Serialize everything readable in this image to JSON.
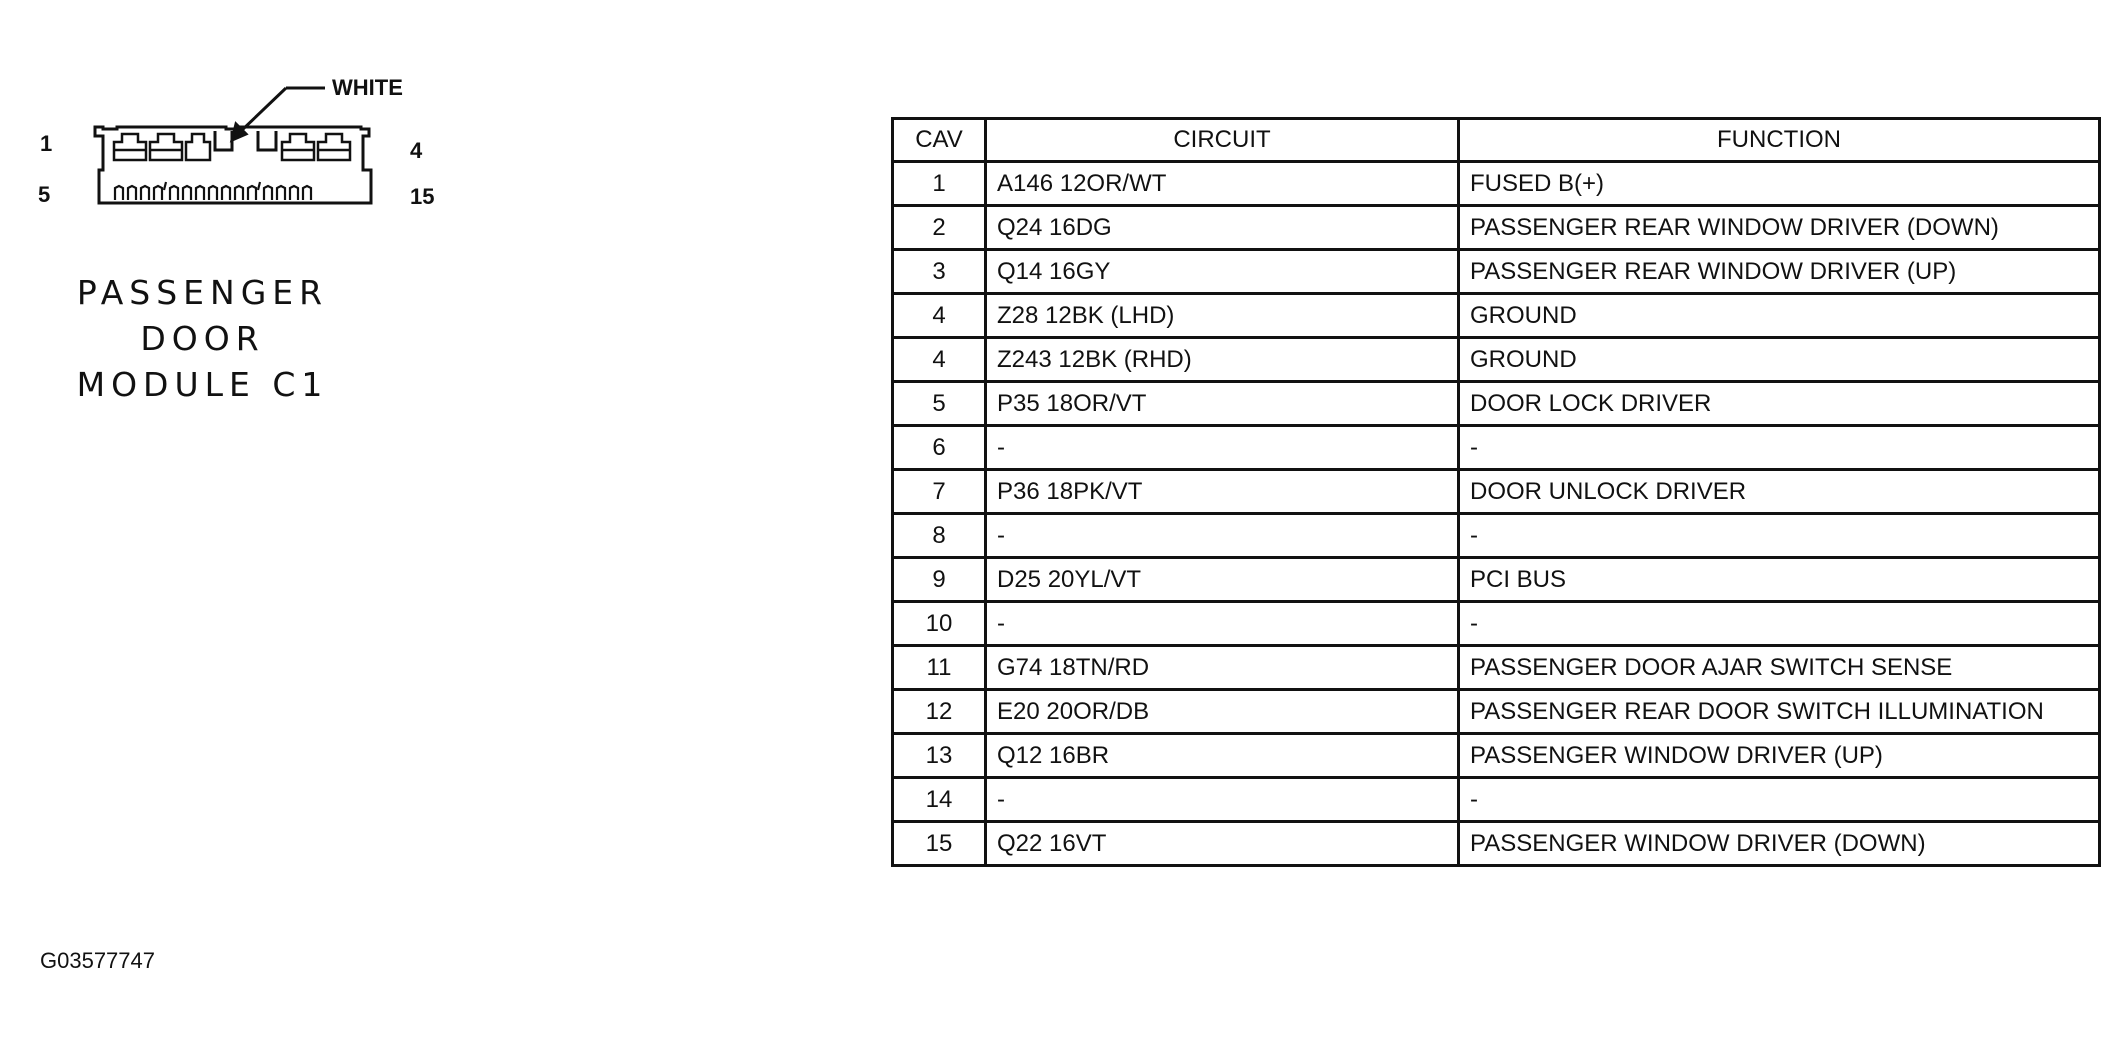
{
  "connector": {
    "color_label": "WHITE",
    "pin_labels": {
      "top_left": "1",
      "top_right": "4",
      "bottom_left": "5",
      "bottom_right": "15"
    },
    "caption_lines": [
      "PASSENGER",
      "DOOR",
      "MODULE C1"
    ]
  },
  "figure_id": "G03577747",
  "table": {
    "headers": {
      "cav": "CAV",
      "circuit": "CIRCUIT",
      "function": "FUNCTION"
    },
    "rows": [
      {
        "cav": "1",
        "circuit": "A146 12OR/WT",
        "function": "FUSED B(+)"
      },
      {
        "cav": "2",
        "circuit": "Q24 16DG",
        "function": "PASSENGER REAR WINDOW DRIVER (DOWN)"
      },
      {
        "cav": "3",
        "circuit": "Q14 16GY",
        "function": "PASSENGER REAR WINDOW DRIVER (UP)"
      },
      {
        "cav": "4",
        "circuit": "Z28 12BK (LHD)",
        "function": "GROUND"
      },
      {
        "cav": "4",
        "circuit": "Z243 12BK (RHD)",
        "function": "GROUND"
      },
      {
        "cav": "5",
        "circuit": "P35 18OR/VT",
        "function": "DOOR LOCK DRIVER"
      },
      {
        "cav": "6",
        "circuit": "-",
        "function": "-"
      },
      {
        "cav": "7",
        "circuit": "P36 18PK/VT",
        "function": "DOOR UNLOCK DRIVER"
      },
      {
        "cav": "8",
        "circuit": "-",
        "function": "-"
      },
      {
        "cav": "9",
        "circuit": "D25 20YL/VT",
        "function": "PCI BUS"
      },
      {
        "cav": "10",
        "circuit": "-",
        "function": "-"
      },
      {
        "cav": "11",
        "circuit": "G74 18TN/RD",
        "function": "PASSENGER DOOR AJAR SWITCH SENSE"
      },
      {
        "cav": "12",
        "circuit": "E20 20OR/DB",
        "function": "PASSENGER REAR DOOR SWITCH ILLUMINATION"
      },
      {
        "cav": "13",
        "circuit": "Q12 16BR",
        "function": "PASSENGER WINDOW DRIVER (UP)"
      },
      {
        "cav": "14",
        "circuit": "-",
        "function": "-"
      },
      {
        "cav": "15",
        "circuit": "Q22 16VT",
        "function": "PASSENGER WINDOW DRIVER (DOWN)"
      }
    ]
  }
}
